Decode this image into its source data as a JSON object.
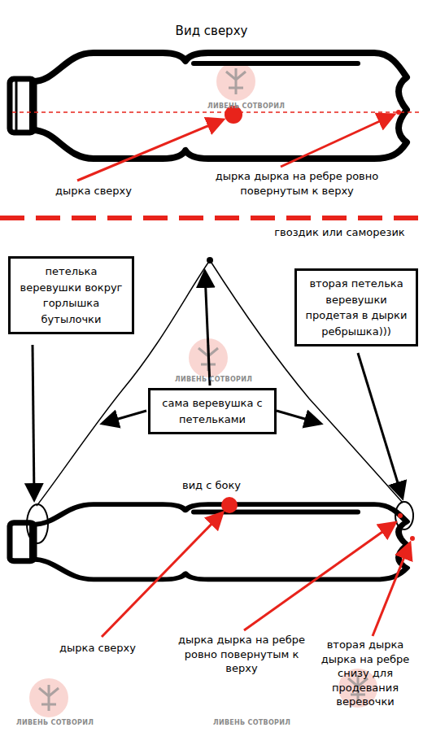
{
  "diagram": {
    "nodes": [
      {
        "text": [
          "петелька веревушки вокруг горлышка бутылочки"
        ]
      },
      {
        "text": [
          "вторая петелька веревушки продетая в дырки ребрышка)))"
        ]
      },
      {
        "text": [
          "сама веревушка с петельками"
        ]
      }
    ],
    "labels": [
      "Вид сверху",
      "дырка сверху",
      "дырка дырка на ребре ровно повернутым к верху",
      "гвоздик или саморезик",
      "вид с боку",
      "дырка сверху",
      "дырка дырка на ребре ровно повернутым к верху",
      "вторая дырка дырка на ребре снизу для продевания веревочки",
      "ЛИВЕНЬ СОТВОРИЛ",
      "ЛИВЕНЬ СОТВОРИЛ",
      "ЛИВЕНЬ СОТВОРИЛ",
      "ЛИВЕНЬ СОТВОРИЛ"
    ]
  }
}
